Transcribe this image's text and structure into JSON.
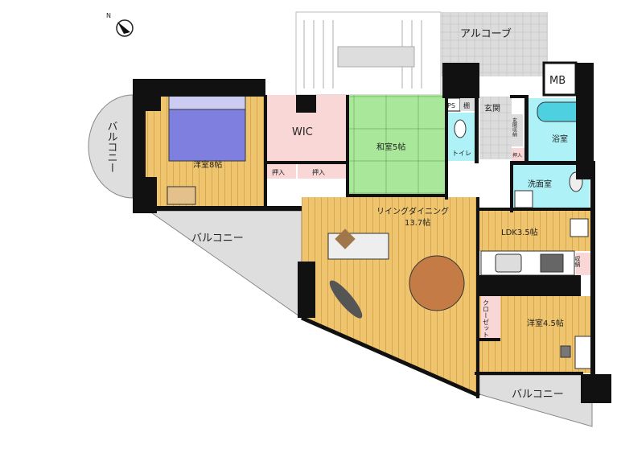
{
  "compass": {
    "label": "N"
  },
  "rooms": {
    "alcove": "アルコーブ",
    "mb": "MB",
    "ps": "PS",
    "shelf": "棚",
    "entrance": "玄関",
    "entrance_storage": "玄関収納",
    "toilet": "トイレ",
    "bathroom": "浴室",
    "closet_oshiire_1": "押入",
    "closet_oshiire_2": "押入",
    "closet_oshiire_3": "押入",
    "washroom": "洗面室",
    "ldk": "LDK3.5帖",
    "storage": "収納",
    "walk_in_closet": "WIC",
    "japanese_room": "和室5帖",
    "living_dining_name": "リイングダイニング",
    "living_dining_size": "13.7帖",
    "western_room_8": "洋室8帖",
    "western_room_45": "洋室4.5帖",
    "closet": "クローゼット",
    "balcony_left": "バルコニー",
    "balcony_middle": "バルコニー",
    "balcony_bottom": "バルコニー"
  },
  "colors": {
    "wall": "#111111",
    "wood": "#eec46e",
    "tatami": "#a9e89a",
    "wet": "#aef1f7",
    "storage": "#f9d7d7",
    "balcony": "#dedede",
    "bed": "#7f7fe0"
  }
}
